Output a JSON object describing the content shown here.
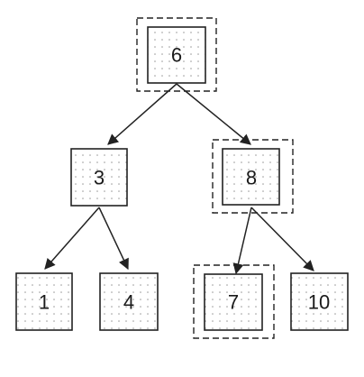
{
  "nodes": [
    {
      "id": "n6",
      "label": "6",
      "highlighted": true
    },
    {
      "id": "n3",
      "label": "3",
      "highlighted": false
    },
    {
      "id": "n8",
      "label": "8",
      "highlighted": true
    },
    {
      "id": "n1",
      "label": "1",
      "highlighted": false
    },
    {
      "id": "n4",
      "label": "4",
      "highlighted": false
    },
    {
      "id": "n7",
      "label": "7",
      "highlighted": true
    },
    {
      "id": "n10",
      "label": "10",
      "highlighted": false
    }
  ],
  "edges": [
    {
      "from": "n6",
      "to": "n3"
    },
    {
      "from": "n6",
      "to": "n8"
    },
    {
      "from": "n3",
      "to": "n1"
    },
    {
      "from": "n3",
      "to": "n4"
    },
    {
      "from": "n8",
      "to": "n7"
    },
    {
      "from": "n8",
      "to": "n10"
    }
  ]
}
